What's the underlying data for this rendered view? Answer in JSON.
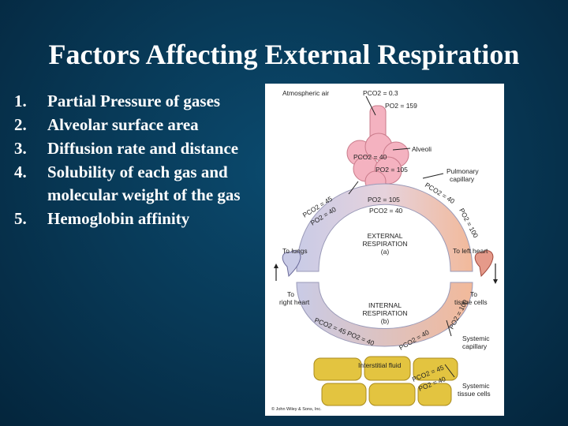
{
  "slide": {
    "title": "Factors Affecting External Respiration",
    "items": [
      {
        "num": "1.",
        "text": "Partial Pressure of gases"
      },
      {
        "num": "2.",
        "text": "Alveolar surface area"
      },
      {
        "num": "3.",
        "text": "Diffusion rate and distance"
      },
      {
        "num": "4.",
        "text": "Solubility of each gas and molecular weight of the gas"
      },
      {
        "num": "5.",
        "text": "Hemoglobin affinity"
      }
    ]
  },
  "figure": {
    "atmospheric_air": "Atmospheric air",
    "atm_pco2": "PCO2 = 0.3",
    "atm_po2": "PO2 = 159",
    "alveoli": "Alveoli",
    "alv_pco2": "PCO2 = 40",
    "alv_po2": "PO2 = 105",
    "pulmonary_capillary_1": "Pulmonary",
    "pulmonary_capillary_2": "capillary",
    "left_pco2": "PCO2 = 45",
    "left_po2": "PO2 = 40",
    "mid_po2": "PO2 = 105",
    "mid_pco2": "PCO2 = 40",
    "right_pco2": "PCO2 = 40",
    "right_po2": "PO2 = 100",
    "external_1": "EXTERNAL",
    "external_2": "RESPIRATION",
    "external_3": "(a)",
    "to_lungs": "To lungs",
    "to_left_heart": "To left heart",
    "to_right_heart_1": "To",
    "to_right_heart_2": "right heart",
    "to_tissue_1": "To",
    "to_tissue_2": "tissue cells",
    "internal_1": "INTERNAL",
    "internal_2": "RESPIRATION",
    "internal_3": "(b)",
    "sys_left": "PCO2 = 45  PO2 = 40",
    "sys_right_po2": "PO2 = 100",
    "sys_right_pco2": "PCO2 = 40",
    "systemic_capillary_1": "Systemic",
    "systemic_capillary_2": "capillary",
    "interstitial": "Interstitial fluid",
    "tissue_pco2": "PCO2 = 45",
    "tissue_po2": "PO2 = 40",
    "systemic_tissue_1": "Systemic",
    "systemic_tissue_2": "tissue cells",
    "copyright": "© John Wiley & Sons, Inc."
  },
  "colors": {
    "background": "#083a58",
    "text": "#ffffff",
    "oxygenated": "#f2b99a",
    "deoxygenated": "#c9cbe6",
    "alveoli": "#f4b2c0",
    "tissue": "#e3c440"
  }
}
